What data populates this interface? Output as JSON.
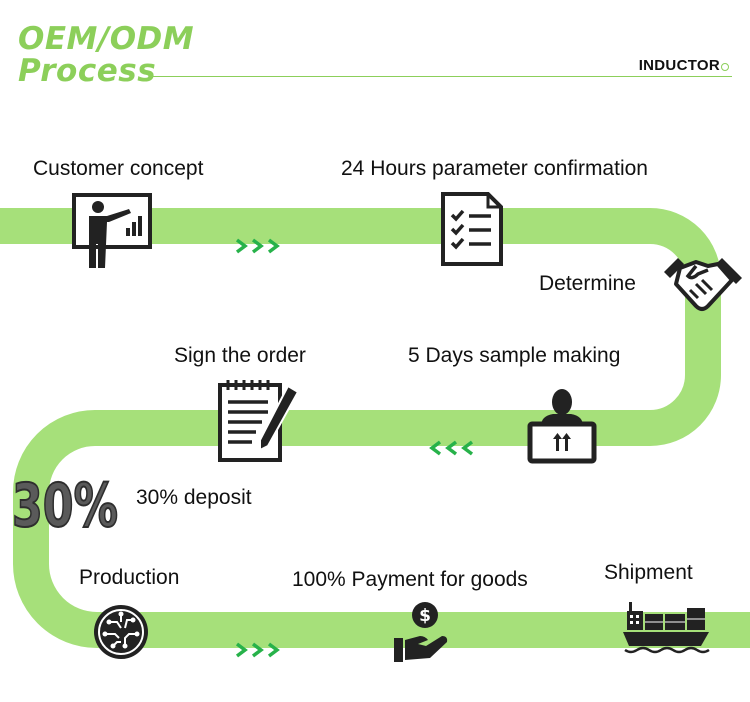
{
  "header": {
    "title_line1": "OEM/ODM",
    "title_line2": "Process",
    "brand": "INDUCTOR"
  },
  "colors": {
    "accent": "#8ccf5a",
    "path": "#a6e07a",
    "arrows": "#27b24a",
    "icon": "#222222"
  },
  "steps": {
    "customer_concept": "Customer concept",
    "parameter_confirmation": "24 Hours parameter confirmation",
    "determine": "Determine",
    "sample_making": "5 Days sample making",
    "sign_order": "Sign the order",
    "deposit": "30% deposit",
    "production": "Production",
    "payment": "100% Payment for goods",
    "shipment": "Shipment"
  },
  "icons": {
    "customer_concept": "presentation-board-icon",
    "parameter_confirmation": "checklist-icon",
    "determine": "handshake-icon",
    "sample_making": "person-holding-box-icon",
    "sign_order": "contract-pen-icon",
    "deposit": "thirty-percent-icon",
    "production": "circuit-chip-icon",
    "payment": "hand-dollar-icon",
    "shipment": "cargo-ship-icon"
  },
  "deposit_badge": "30%"
}
